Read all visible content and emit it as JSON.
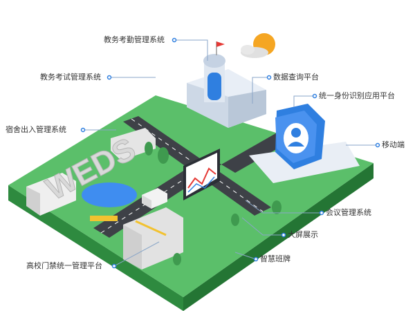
{
  "wordmark": "WEDS",
  "colors": {
    "grass": "#5bbf6a",
    "grass_dark": "#3f9a4f",
    "road": "#3e4147",
    "accent_blue": "#2f7fe0",
    "sun": "#f5a623"
  },
  "callouts": {
    "attendance": "教务考勤管理系统",
    "exam": "教务考试管理系统",
    "dorm": "宿舍出入管理系统",
    "data_query": "数据查询平台",
    "identity": "统一身份识别应用平台",
    "mobile": "移动端",
    "meeting": "会议管理系统",
    "big_screen": "大屏展示",
    "smart_board": "智慧班牌",
    "gate": "高校门禁统一管理平台"
  }
}
